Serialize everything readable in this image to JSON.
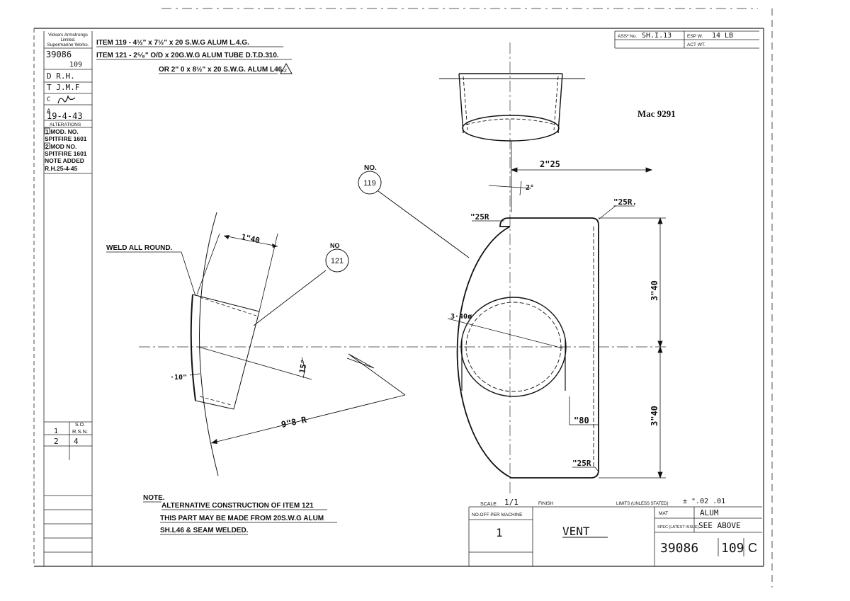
{
  "title_block_left": {
    "company_line1": "Vickers Armstrongs",
    "company_line2": "Limited.",
    "company_line3": "Supermarine Works.",
    "drawing_no": "39086",
    "sheet_no": "109",
    "drawn": "D  R.H.",
    "traced": "T J.M.F",
    "checked": "C",
    "approved": "A",
    "date": "19-4-43",
    "alterations_heading": "ALTERATIONS",
    "alteration_1_line1": "1 MOD. NO.",
    "alteration_1_line2": "SPITFIRE 1601",
    "alteration_2_line1": "2 MOD NO.",
    "alteration_2_line2": "SPITFIRE 1601",
    "alteration_2_line3": "NOTE ADDED",
    "alteration_2_line4": "R.H.25-4-45",
    "so_heading": "S.O.",
    "so_row1_a": "1",
    "so_row1_b": "R.S.N.",
    "so_row2_a": "2",
    "so_row2_b": "4"
  },
  "top_right": {
    "assy_label": "ASSº No.",
    "assy_value": "SH.I.13",
    "esp_label": "ESP W.",
    "esp_value": "14 LB",
    "act_label": "ACT WT."
  },
  "items": {
    "line1": "ITEM 119 - 4½\" x 7½\" x 20 S.W.G ALUM  L.4.G.",
    "line2": "ITEM 121 - 2⁵⁄₈\" O/D x 20G.W.G ALUM TUBE D.T.D.310.",
    "line3": "OR 2″ 0 x 8½\" x 20 S.W.G. ALUM L46."
  },
  "mod_ref": "Mac 9291",
  "callouts": {
    "c119_label": "NO.",
    "c119_num": "119",
    "c121_label": "NO",
    "c121_num": "121"
  },
  "dims": {
    "d_225": "2\"25",
    "d_2deg": "2°",
    "d_25R_top": "\"25R",
    "d_25R_right": "\"25R.",
    "d_340_upper": "3\"40",
    "d_340_lower": "3\"40",
    "d_340_dia": "3·40ø",
    "d_080": "\"80",
    "d_25R_bottom": "\"25R",
    "d_140": "1\"40",
    "d_15deg": "15°",
    "d_010": "·10\"",
    "d_98R": "9\"8 R"
  },
  "weld_note": "WELD ALL ROUND.",
  "note": {
    "heading": "NOTE.",
    "line1": "ALTERNATIVE CONSTRUCTION OF ITEM 121",
    "line2": "THIS PART MAY BE MADE FROM 20S.W.G ALUM",
    "line3": "SH.L46 & SEAM WELDED."
  },
  "title_block_bottom": {
    "scale_label": "SCALE",
    "scale_value": "1/1",
    "finish_label": "FINISH",
    "limits_label": "LIMITS (UNLESS STATED)",
    "limits_value": "± \".02 .01",
    "no_off_label": "NO.OFF PER MACHINE",
    "no_off_value": "1",
    "part_name": "VENT",
    "mat_label": "MAT",
    "mat_value": "ALUM",
    "spec_label": "SPEC (LATEST ISSUE)",
    "spec_value": "SEE ABOVE",
    "drawing_no": "39086",
    "sheet_no": "109",
    "issue": "C"
  }
}
